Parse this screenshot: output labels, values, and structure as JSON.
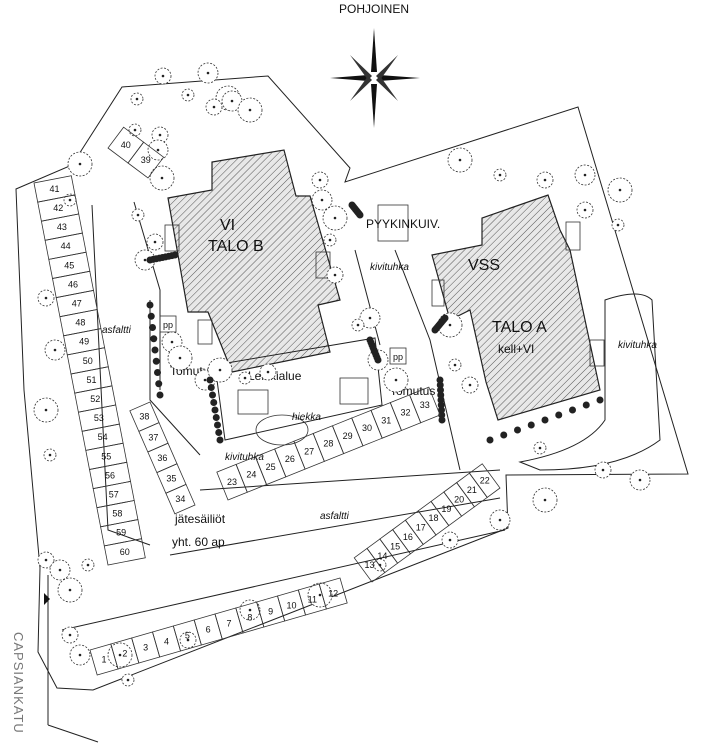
{
  "north": {
    "label": "POHJOINEN",
    "icon": "compass-rose-icon"
  },
  "street": {
    "name": "CAPSIANKATU"
  },
  "buildings": {
    "b": {
      "line1": "VI",
      "line2": "TALO B"
    },
    "a": {
      "line1": "VSS",
      "line2": "TALO A",
      "line3": "kell+VI"
    }
  },
  "areas": {
    "pyykinkuiv": "PYYKINKUIV.",
    "kivituhka_top": "kivituhka",
    "kivituhka_right": "kivituhka",
    "kivituhka_bottom": "kivituhka",
    "asfaltti_left": "asfaltti",
    "asfaltti_bottom": "asfaltti",
    "leikkialue": "Leikkialue",
    "hiekka": "hiekka",
    "tomutus_left": "Tomutus",
    "tomutus_right": "Tomutus",
    "jatesailiot": "jätesäiliöt",
    "total": "yht. 60 ap",
    "pp1": "pp",
    "pp2": "pp"
  },
  "parking_left": [
    "41",
    "42",
    "43",
    "44",
    "45",
    "46",
    "47",
    "48",
    "49",
    "50",
    "51",
    "52",
    "53",
    "54",
    "55",
    "56",
    "57",
    "58",
    "59",
    "60"
  ],
  "parking_top": [
    "40",
    "39"
  ],
  "parking_inner": [
    "38",
    "37",
    "36",
    "35",
    "34"
  ],
  "parking_mid": [
    "33",
    "32",
    "31",
    "30",
    "29",
    "28",
    "27",
    "26",
    "25",
    "24",
    "23"
  ],
  "parking_lower": [
    "22",
    "21",
    "20",
    "19",
    "18",
    "17",
    "16",
    "15",
    "14",
    "13"
  ],
  "parking_bottom": [
    "12",
    "11",
    "10",
    "9",
    "8",
    "7",
    "6",
    "5",
    "4",
    "3",
    "2",
    "1"
  ]
}
